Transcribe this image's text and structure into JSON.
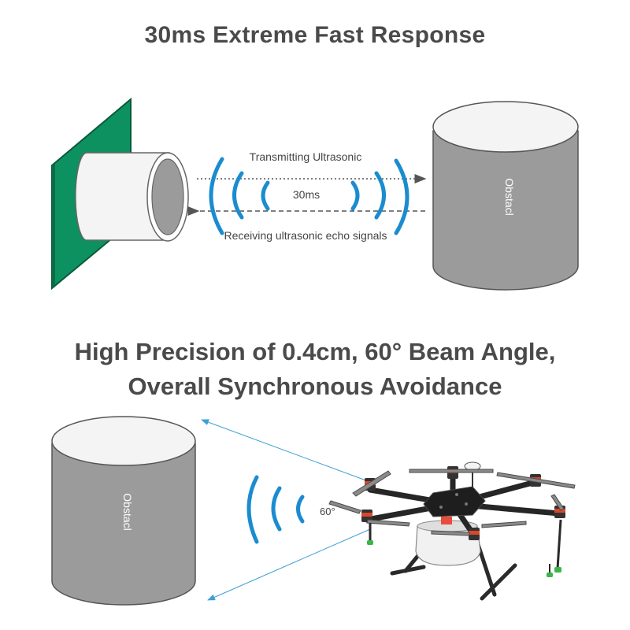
{
  "top": {
    "title": "30ms Extreme Fast Response",
    "transmit_label": "Transmitting Ultrasonic",
    "receive_label": "Receiving ultrasonic echo signals",
    "time_label": "30ms",
    "obstacle_label": "Obstacl"
  },
  "bottom": {
    "title_line1": "High Precision of 0.4cm, 60° Beam Angle,",
    "title_line2": "Overall Synchronous Avoidance",
    "angle_label": "60°",
    "obstacle_label": "Obstacl"
  },
  "colors": {
    "wave": "#1a8ccf",
    "board": "#0e9160",
    "obstacle": "#9b9b9b",
    "title": "#4a4a4a"
  }
}
